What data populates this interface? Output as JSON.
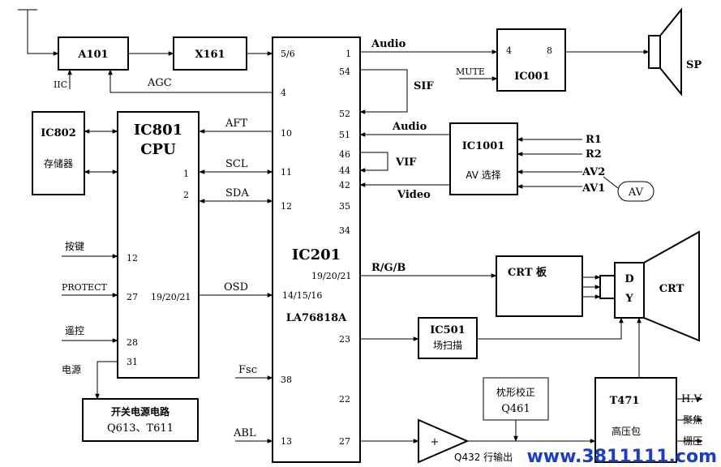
{
  "blocks": {
    "a101": "A101",
    "x161": "X161",
    "ic001": "IC001",
    "ic802": "IC802",
    "ic802_sub": "存储器",
    "ic801": "IC801",
    "ic801_sub": "CPU",
    "ic201": "IC201",
    "ic201_sub": "LA76818A",
    "ic1001": "IC1001",
    "ic1001_sub": "AV 选择",
    "crt_board": "CRT 板",
    "dy_d": "D",
    "dy_y": "Y",
    "crt": "CRT",
    "ic501": "IC501",
    "ic501_sub": "场扫描",
    "t471": "T471",
    "t471_sub": "高压包",
    "pin_cushion": "枕形校正",
    "q461": "Q461",
    "psu": "开关电源电路",
    "psu_sub": "Q613、T611",
    "amp": "+",
    "av_bubble": "AV"
  },
  "signals": {
    "audio_out": "Audio",
    "mute": "MUTE",
    "sp": "SP",
    "sif": "SIF",
    "iic": "IIC",
    "agc": "AGC",
    "aft": "AFT",
    "scl": "SCL",
    "sda": "SDA",
    "osd": "OSD",
    "audio_in": "Audio",
    "vif": "VIF",
    "video": "Video",
    "r1": "R1",
    "r2": "R2",
    "av2": "AV2",
    "av1": "AV1",
    "rgb": "R/G/B",
    "fsc": "Fsc",
    "abl": "ABL",
    "keys": "按键",
    "protect": "PROTECT",
    "remote": "遥控",
    "power": "电源",
    "q432": "Q432 行输出",
    "hv": "H.V",
    "focus": "聚焦",
    "screen": "栅压"
  },
  "pins": {
    "ic201_56": "5/6",
    "ic201_1": "1",
    "ic201_54": "54",
    "ic201_4": "4",
    "ic201_52": "52",
    "ic201_10": "10",
    "ic201_51": "51",
    "ic201_46": "46",
    "ic201_11": "11",
    "ic201_44": "44",
    "ic201_42": "42",
    "ic201_12": "12",
    "ic201_35": "35",
    "ic201_34": "34",
    "ic201_192021": "19/20/21",
    "ic201_141516": "14/15/16",
    "ic201_23": "23",
    "ic201_38": "38",
    "ic201_22": "22",
    "ic201_13": "13",
    "ic201_27": "27",
    "ic801_1": "1",
    "ic801_2": "2",
    "ic801_12": "12",
    "ic801_27": "27",
    "ic801_192021": "19/20/21",
    "ic801_28": "28",
    "ic801_31": "31",
    "ic001_4": "4",
    "ic001_8": "8"
  },
  "watermark": "www.3811111.com"
}
